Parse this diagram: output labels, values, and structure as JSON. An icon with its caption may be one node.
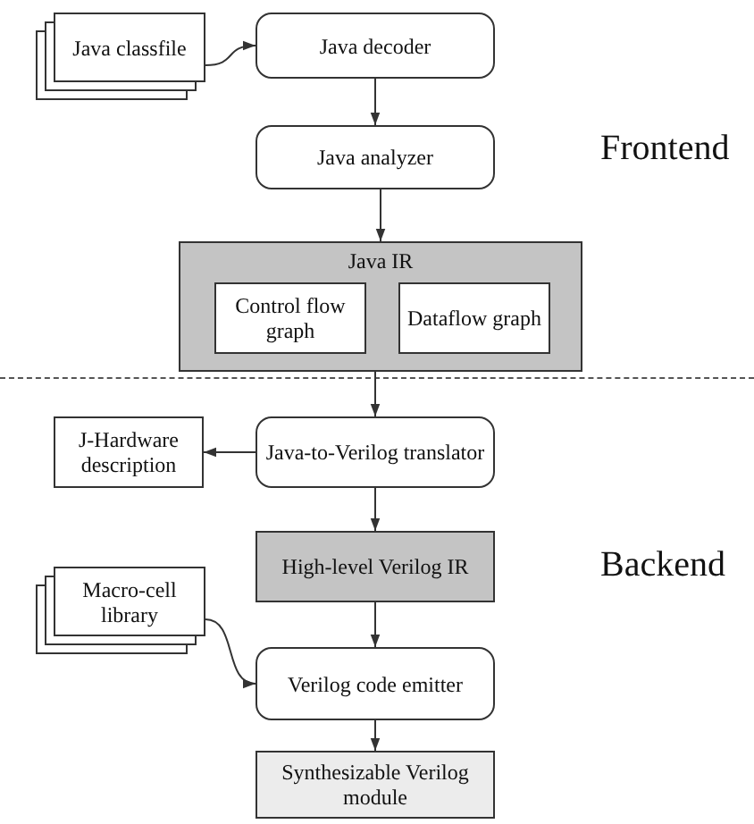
{
  "diagram": {
    "nodes": [
      {
        "text": [
          "Java classfile"
        ]
      },
      {
        "text": [
          "Java decoder"
        ]
      },
      {
        "text": [
          "Java analyzer"
        ]
      },
      {
        "text": [
          "Java IR"
        ]
      },
      {
        "text": [
          "Control flow graph"
        ],
        "in": 3
      },
      {
        "text": [
          "Dataflow graph"
        ],
        "in": 3
      },
      {
        "text": [
          "J-Hardware description"
        ]
      },
      {
        "text": [
          "Java-to-Verilog translator"
        ]
      },
      {
        "text": [
          "High-level Verilog IR"
        ]
      },
      {
        "text": [
          "Macro-cell library"
        ]
      },
      {
        "text": [
          "Verilog code emitter"
        ]
      },
      {
        "text": [
          "Synthesizable Verilog module"
        ]
      }
    ],
    "edges": [
      {
        "from": 0,
        "to": 1,
        "arrow": "to"
      },
      {
        "from": 1,
        "to": 2,
        "arrow": "to"
      },
      {
        "from": 2,
        "to": 3,
        "arrow": "to"
      },
      {
        "from": 3,
        "to": 7,
        "arrow": "to"
      },
      {
        "from": 7,
        "to": 6,
        "arrow": "to"
      },
      {
        "from": 7,
        "to": 8,
        "arrow": "to"
      },
      {
        "from": 8,
        "to": 10,
        "arrow": "to"
      },
      {
        "from": 9,
        "to": 10,
        "arrow": "to"
      },
      {
        "from": 10,
        "to": 11,
        "arrow": "to"
      }
    ],
    "labels": [
      "Frontend",
      "Backend"
    ]
  }
}
